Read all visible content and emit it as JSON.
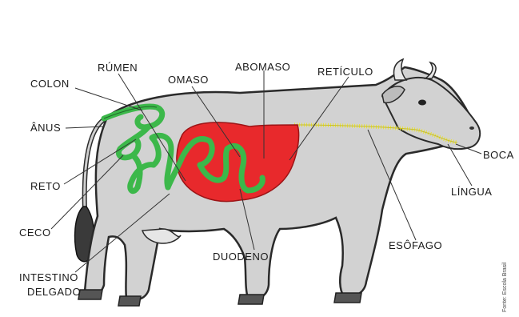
{
  "labels": {
    "colon": "COLON",
    "rumen": "RÚMEN",
    "omaso": "OMASO",
    "abomaso": "ABOMASO",
    "reticulo": "RETÍCULO",
    "anus": "ÂNUS",
    "reto": "RETO",
    "ceco": "CECO",
    "intestino_line1": "INTESTINO",
    "intestino_line2": "DELGADO",
    "duodeno": "DUODENO",
    "esofago": "ESÔFAGO",
    "boca": "BOCA",
    "lingua": "LÍNGUA"
  },
  "credit": "Fonte: Escola Brasil",
  "colors": {
    "body": "#d2d2d2",
    "body_outline": "#2a2a2a",
    "stomach": "#e8292c",
    "intestine": "#3cb84a",
    "esophagus": "#e9e23c",
    "hooves": "#555555"
  }
}
